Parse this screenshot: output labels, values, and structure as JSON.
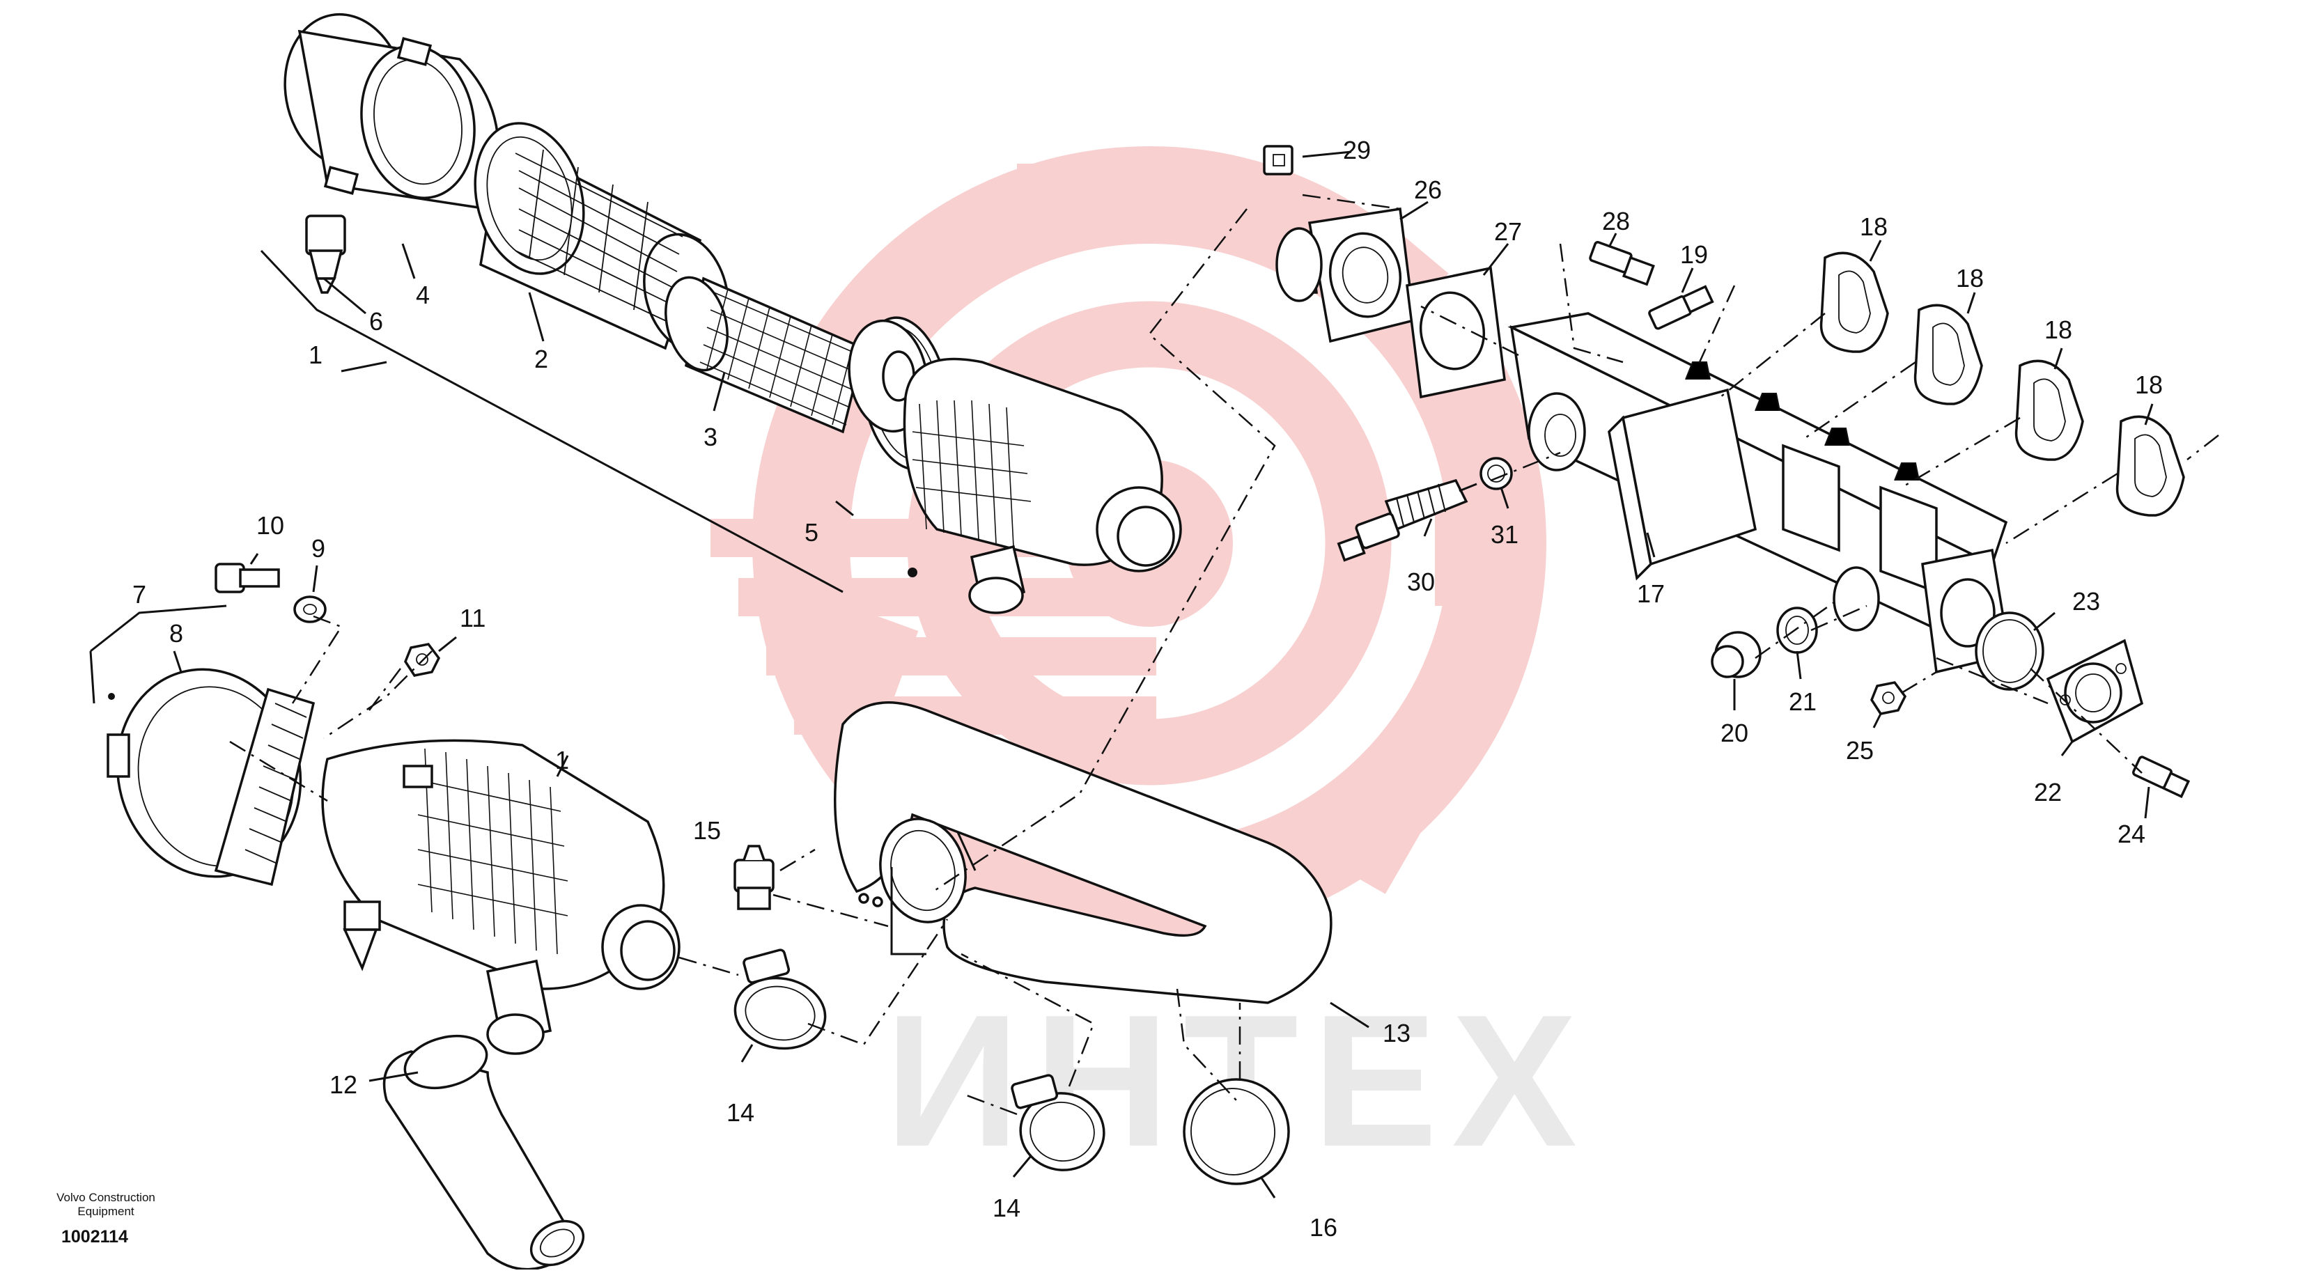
{
  "publisher": [
    "Volvo Construction",
    "Equipment"
  ],
  "drawing_number": "1002114",
  "watermark": {
    "text": "ИНТЕХ",
    "color": "#f5c4c4",
    "text_color": "#e8e8e8"
  },
  "callouts": {
    "c1a": "1",
    "c1b": "1",
    "c2": "2",
    "c3": "3",
    "c4": "4",
    "c5": "5",
    "c6": "6",
    "c7": "7",
    "c8": "8",
    "c9": "9",
    "c10": "10",
    "c11": "11",
    "c12": "12",
    "c13": "13",
    "c14a": "14",
    "c14b": "14",
    "c15": "15",
    "c16": "16",
    "c17": "17",
    "c18a": "18",
    "c18b": "18",
    "c18c": "18",
    "c18d": "18",
    "c19": "19",
    "c20": "20",
    "c21": "21",
    "c22": "22",
    "c23": "23",
    "c24": "24",
    "c25": "25",
    "c26": "26",
    "c27": "27",
    "c28": "28",
    "c29": "29",
    "c30": "30",
    "c31": "31"
  }
}
